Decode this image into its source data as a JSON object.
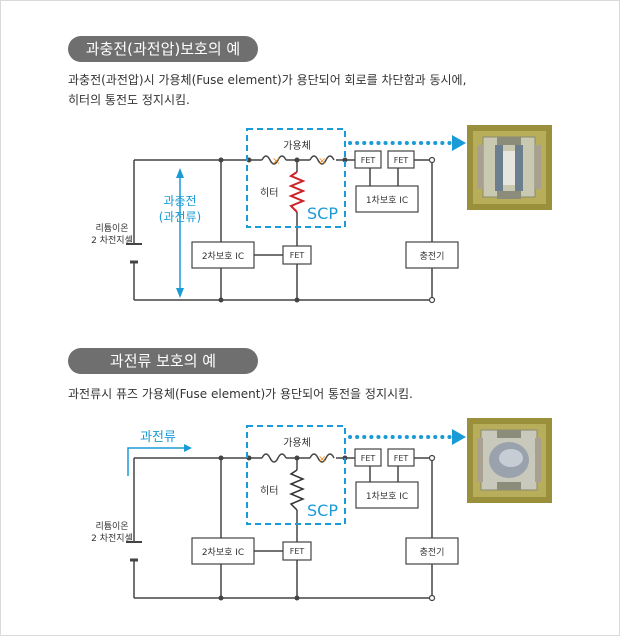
{
  "sections": [
    {
      "title": "과충전(과전압)보호의 예",
      "desc_lines": [
        "과충전(과전압)시 가용체(Fuse element)가 용단되어  회로를 차단함과 동시에,",
        "히터의  통전도 정지시킴."
      ],
      "side_label_1": "과충전",
      "side_label_2": "(과전류)",
      "fuse_label": "가용체",
      "heater_label": "히터",
      "scp_label": "SCP",
      "fet_label": "FET",
      "ic1_label": "1차보호 IC",
      "ic2_label": "2차보호 IC",
      "charger_label": "충전기",
      "battery_label_1": "리튬이온",
      "battery_label_2": "2 차전지셀",
      "heater_color": "#cc2229"
    },
    {
      "title": "과전류 보호의 예",
      "desc_lines": [
        "과전류시 퓨즈 가용체(Fuse element)가 용단되어  통전을 정지시킴."
      ],
      "side_label_1": "과전류",
      "fuse_label": "가용체",
      "heater_label": "히터",
      "scp_label": "SCP",
      "fet_label": "FET",
      "ic1_label": "1차보호 IC",
      "ic2_label": "2차보호 IC",
      "charger_label": "충전기",
      "battery_label_1": "리튬이온",
      "battery_label_2": "2 차전지셀",
      "heater_color": "#333333"
    }
  ],
  "colors": {
    "accent": "#1a9bd7",
    "wire": "#444444",
    "pill": "#6f6f6f",
    "fuse_mark": "#f08a1c"
  }
}
